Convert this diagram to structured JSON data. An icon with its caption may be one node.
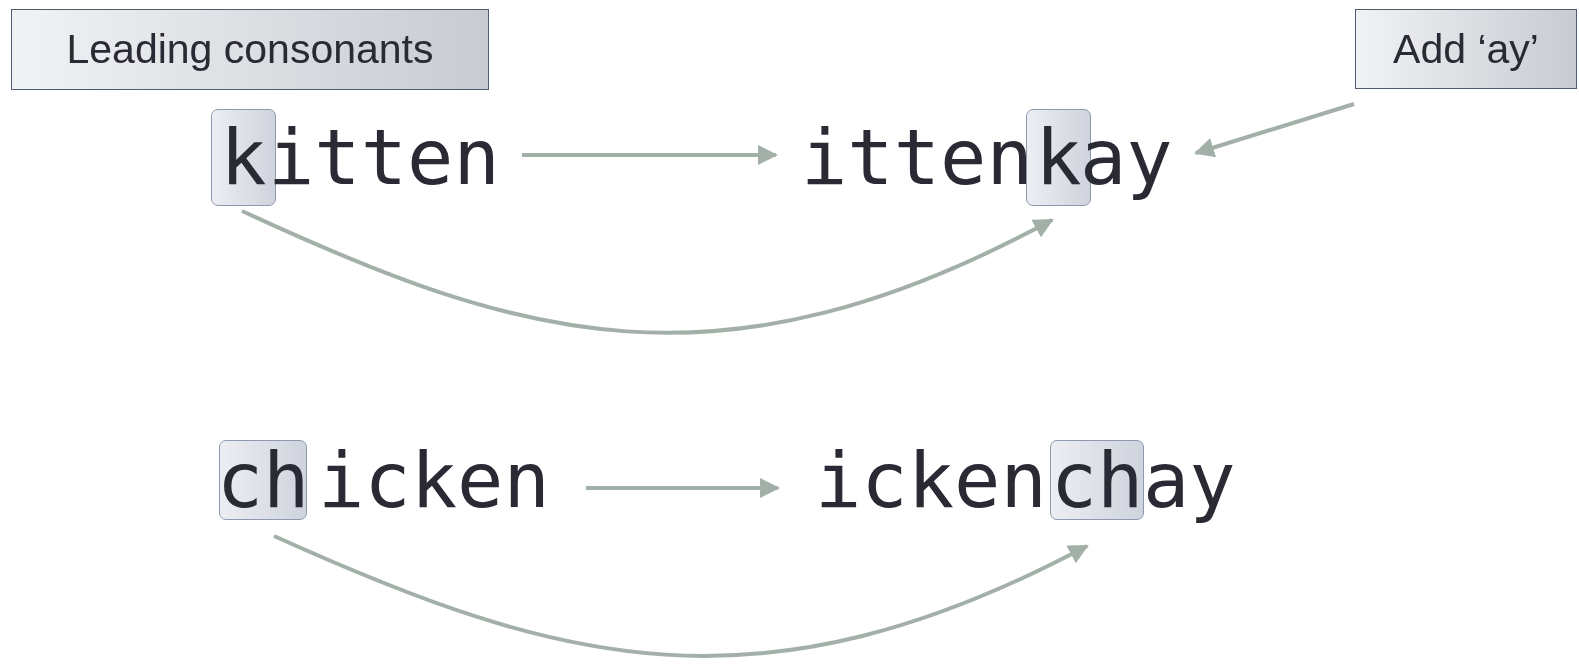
{
  "diagram": {
    "nodes": [
      {
        "text": [
          "Leading consonants"
        ]
      },
      {
        "text": [
          "Add ‘ay’"
        ]
      },
      {
        "text": [
          "k"
        ]
      },
      {
        "text": [
          "itten"
        ]
      },
      {
        "text": [
          "itten"
        ]
      },
      {
        "text": [
          "k"
        ]
      },
      {
        "text": [
          "ay"
        ]
      },
      {
        "text": [
          "ch"
        ]
      },
      {
        "text": [
          "icken"
        ]
      },
      {
        "text": [
          "icken"
        ]
      },
      {
        "text": [
          "ch"
        ]
      },
      {
        "text": [
          "ay"
        ]
      }
    ],
    "edges": [
      {
        "from": 3,
        "to": 4,
        "arrow": "to"
      },
      {
        "from": 2,
        "to": 5,
        "arrow": "to"
      },
      {
        "from": 1,
        "to": 6,
        "arrow": "to"
      },
      {
        "from": 8,
        "to": 9,
        "arrow": "to"
      },
      {
        "from": 7,
        "to": 10,
        "arrow": "to"
      }
    ]
  }
}
